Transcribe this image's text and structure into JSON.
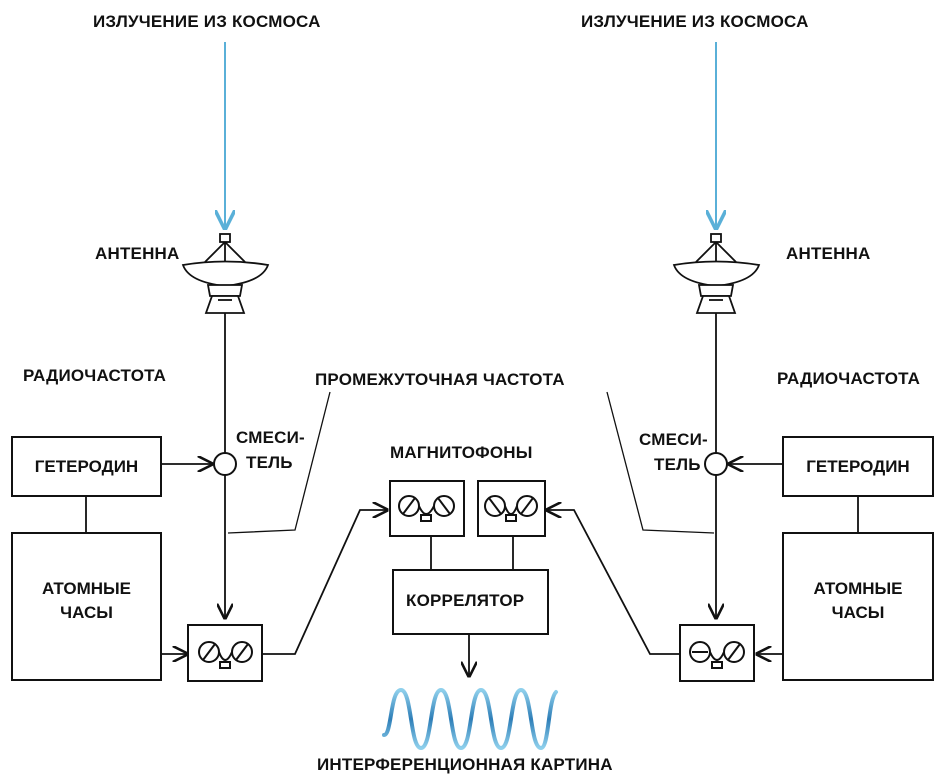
{
  "colors": {
    "ink": "#111111",
    "cosmic_ray": "#5ab0d8",
    "interference_wave": "#3f8fc4",
    "background": "#ffffff"
  },
  "labels": {
    "cosmic_left": "ИЗЛУЧЕНИЕ ИЗ КОСМОСА",
    "cosmic_right": "ИЗЛУЧЕНИЕ ИЗ КОСМОСА",
    "antenna_left": "АНТЕННА",
    "antenna_right": "АНТЕННА",
    "radio_left": "РАДИОЧАСТОТА",
    "radio_right": "РАДИОЧАСТОТА",
    "intermediate": "ПРОМЕЖУТОЧНАЯ ЧАСТОТА",
    "mixer_left_1": "СМЕСИ-",
    "mixer_left_2": "ТЕЛЬ",
    "mixer_right_1": "СМЕСИ-",
    "mixer_right_2": "ТЕЛЬ",
    "recorders": "МАГНИТОФОНЫ",
    "correlator": "КОРРЕЛЯТОР",
    "interference": "ИНТЕРФЕРЕНЦИОННАЯ КАРТИНА"
  },
  "boxes": {
    "heterodyne_left": "ГЕТЕРОДИН",
    "heterodyne_right": "ГЕТЕРОДИН",
    "clock_left_1": "АТОМНЫЕ",
    "clock_left_2": "ЧАСЫ",
    "clock_right_1": "АТОМНЫЕ",
    "clock_right_2": "ЧАСЫ"
  },
  "icons": {
    "antenna": "dish-antenna-icon",
    "tape_recorder": "tape-recorder-icon",
    "mixer": "mixer-circle-icon"
  }
}
